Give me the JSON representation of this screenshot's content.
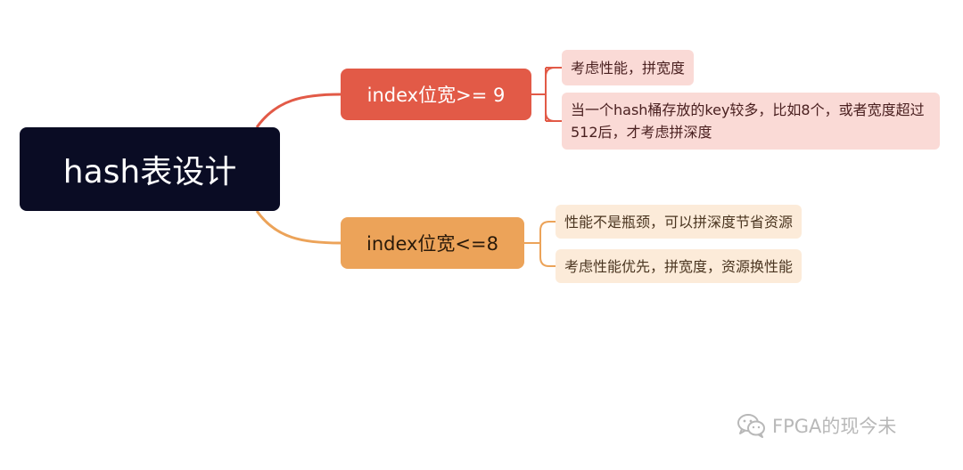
{
  "root": {
    "label": "hash表设计",
    "color": "#0a0c24"
  },
  "branches": [
    {
      "label": "index位宽>= 9",
      "color": "#e25a47",
      "leaves": [
        "考虑性能，拼宽度",
        "当一个hash桶存放的key较多，比如8个，或者宽度超过512后，才考虑拼深度"
      ],
      "leaf_color": "#fadad6"
    },
    {
      "label": "index位宽<=8",
      "color": "#eca359",
      "leaves": [
        "性能不是瓶颈，可以拼深度节省资源",
        "考虑性能优先，拼宽度，资源换性能"
      ],
      "leaf_color": "#fcebd9"
    }
  ],
  "watermark": {
    "icon": "wechat-icon",
    "text": "FPGA的现今未"
  }
}
